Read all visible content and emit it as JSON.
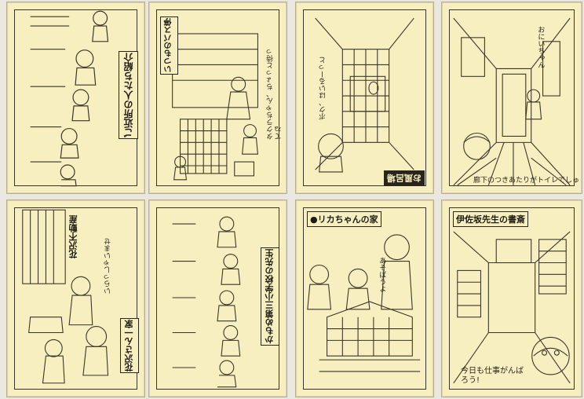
{
  "cards": [
    {
      "title": "ご近所の人たち紹介"
    },
    {
      "title": "いつものバス停",
      "speech": "タクラちゃん、ちょっと待ってね"
    },
    {
      "title": "お風呂場",
      "speech": "ボク、はいるーっと"
    },
    {
      "speech_top": "おにいちゃん",
      "speech_bottom": "廊下のつきあたりがトイレでしゅ"
    },
    {
      "title": "花沢さん一家",
      "sign": "花沢不動産",
      "speech": "いらっしゃいませ"
    },
    {
      "title": "かもめ第三小学校の先生"
    },
    {
      "title": "●リカちゃんの家",
      "speech": "あそぼうよ"
    },
    {
      "title": "伊佐坂先生の書斎",
      "speech": "今日も仕事がんばろう!"
    }
  ]
}
